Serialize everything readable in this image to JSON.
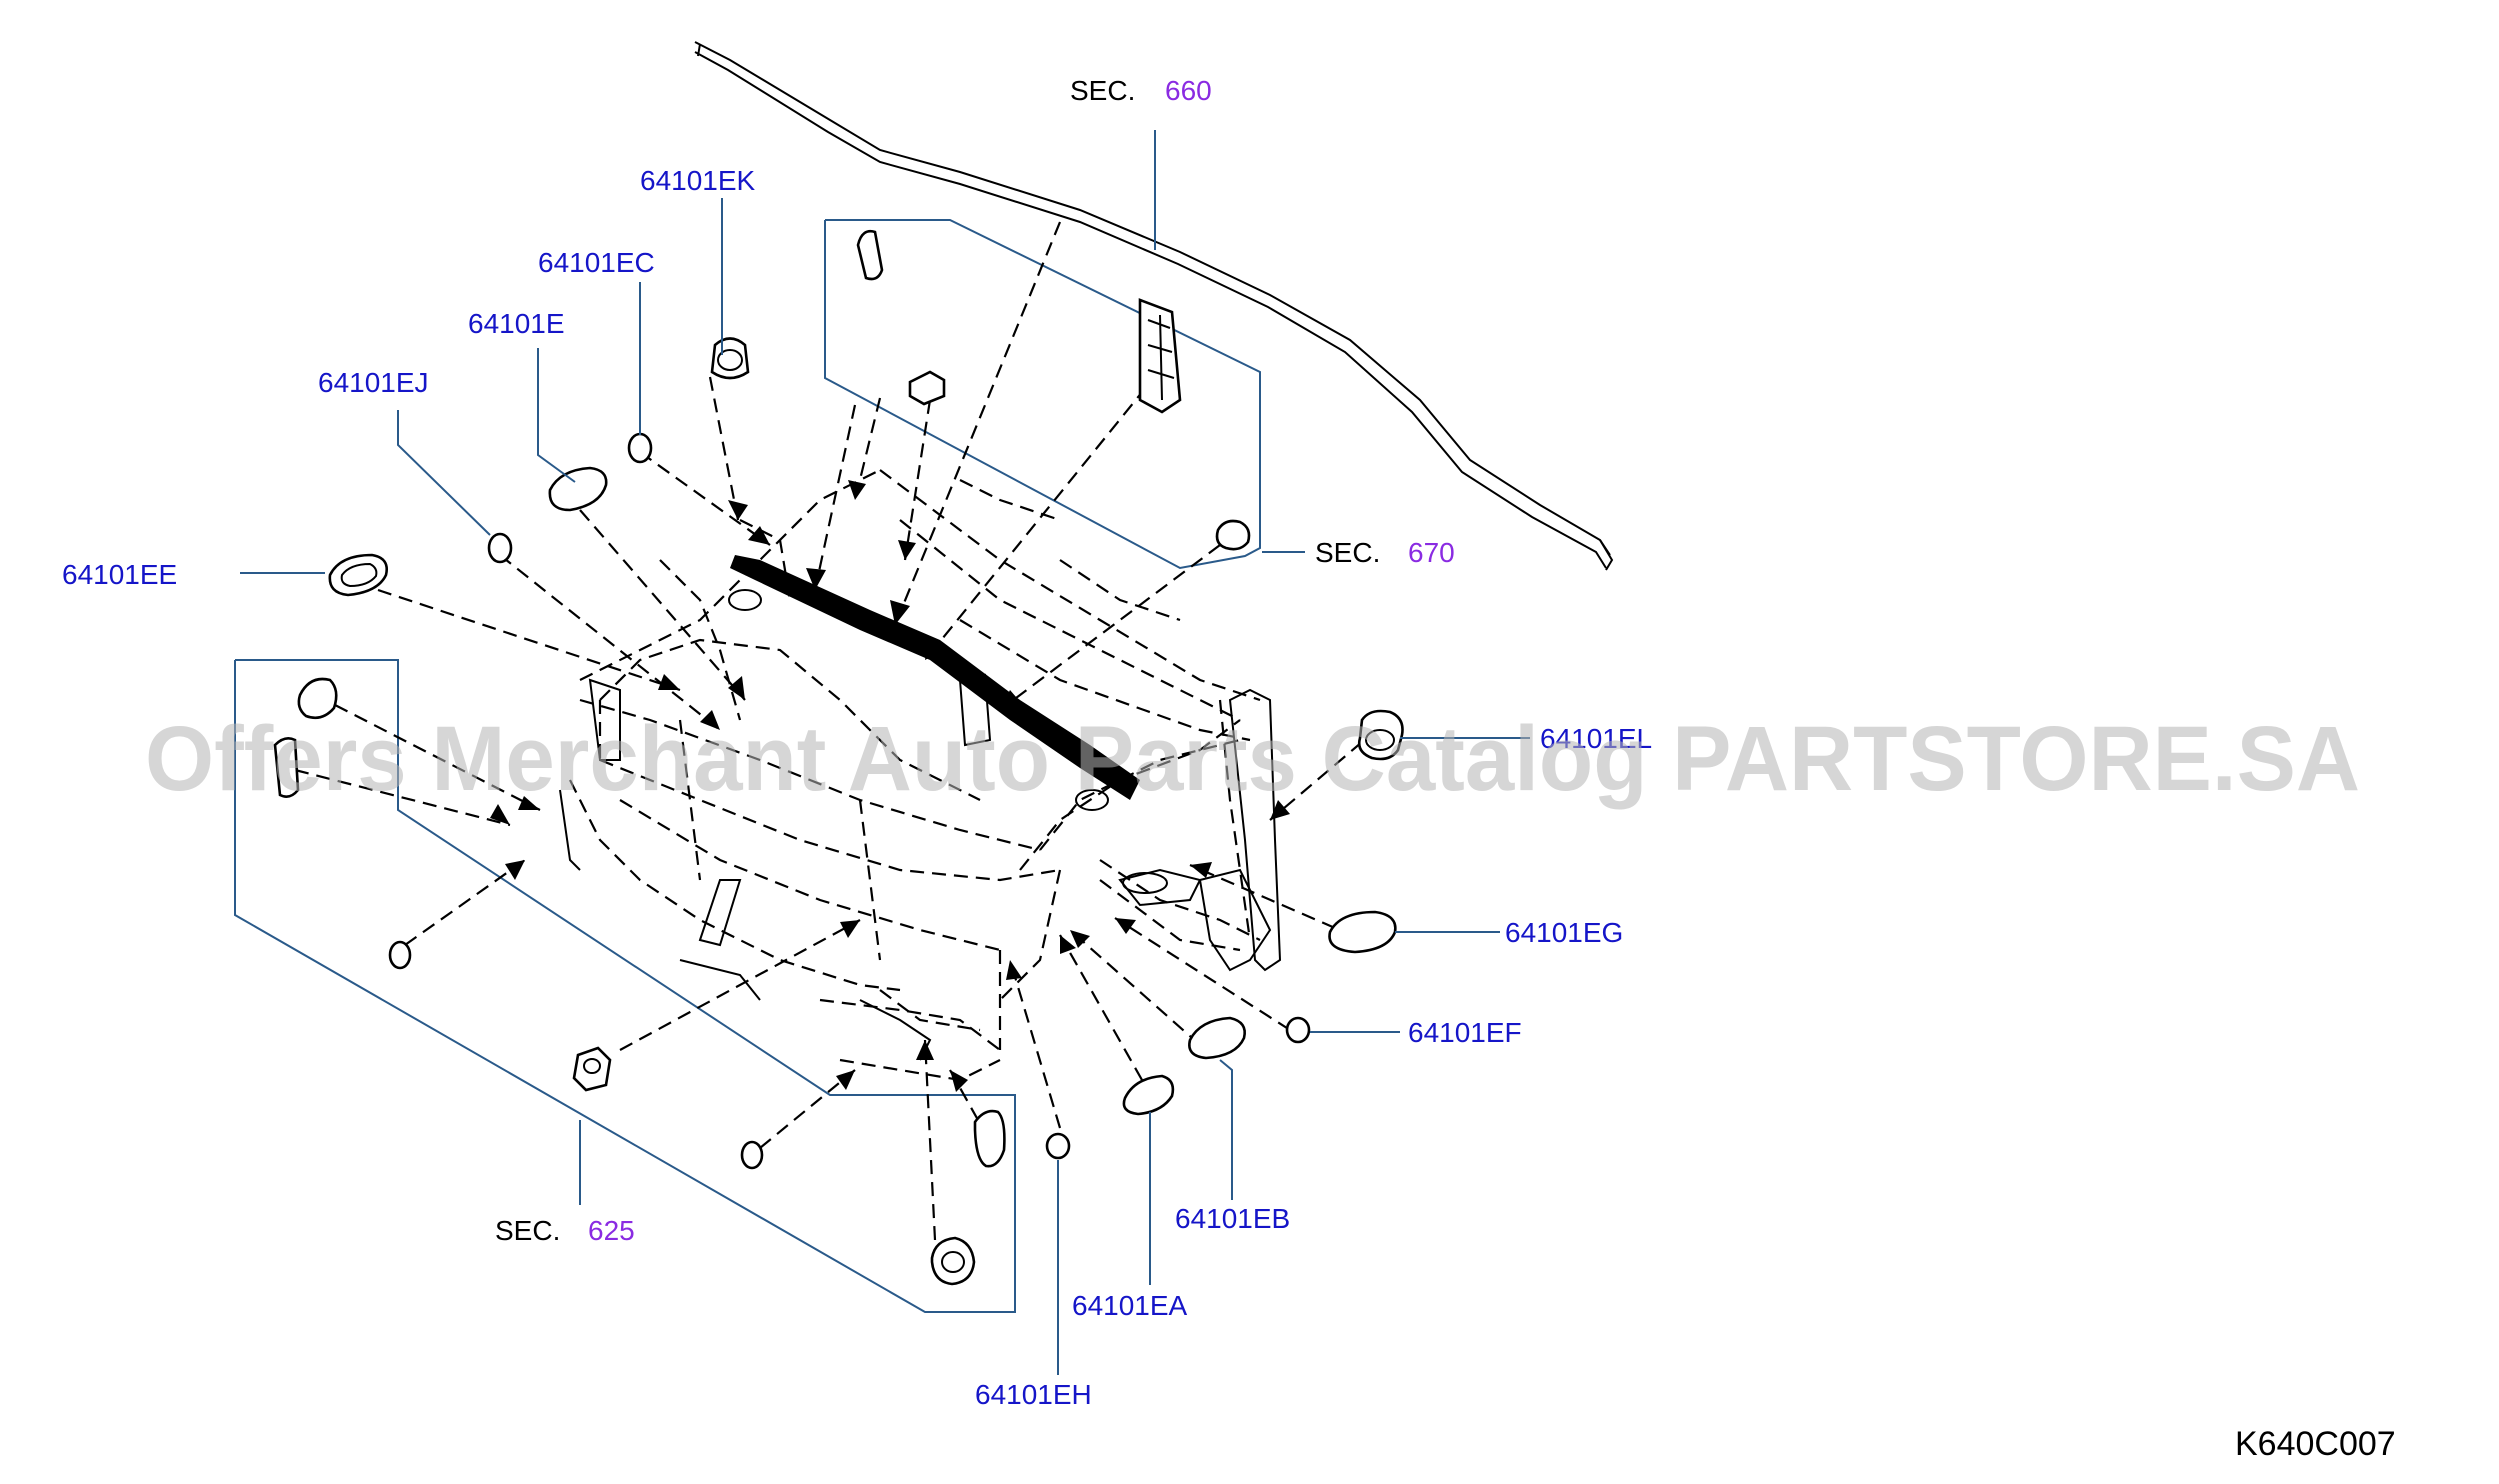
{
  "diagram": {
    "part_labels": [
      {
        "id": "ek",
        "text": "64101EK"
      },
      {
        "id": "ec",
        "text": "64101EC"
      },
      {
        "id": "e",
        "text": "64101E"
      },
      {
        "id": "ej",
        "text": "64101EJ"
      },
      {
        "id": "ee",
        "text": "64101EE"
      },
      {
        "id": "el",
        "text": "64101EL"
      },
      {
        "id": "eg",
        "text": "64101EG"
      },
      {
        "id": "ef",
        "text": "64101EF"
      },
      {
        "id": "eb",
        "text": "64101EB"
      },
      {
        "id": "ea",
        "text": "64101EA"
      },
      {
        "id": "eh",
        "text": "64101EH"
      }
    ],
    "section_refs": [
      {
        "id": "sec660",
        "prefix": "SEC.",
        "number": "660"
      },
      {
        "id": "sec670",
        "prefix": "SEC.",
        "number": "670"
      },
      {
        "id": "sec625",
        "prefix": "SEC.",
        "number": "625"
      }
    ],
    "diagram_code": "K640C007",
    "watermark": "Offers Merchant Auto Parts Catalog PARTSTORE.SA",
    "colors": {
      "part_number": "#1515c8",
      "section_number": "#8a2be2",
      "leader_line": "#2a5a8a",
      "line_art": "#000000",
      "watermark": "#b4b4b4"
    }
  }
}
